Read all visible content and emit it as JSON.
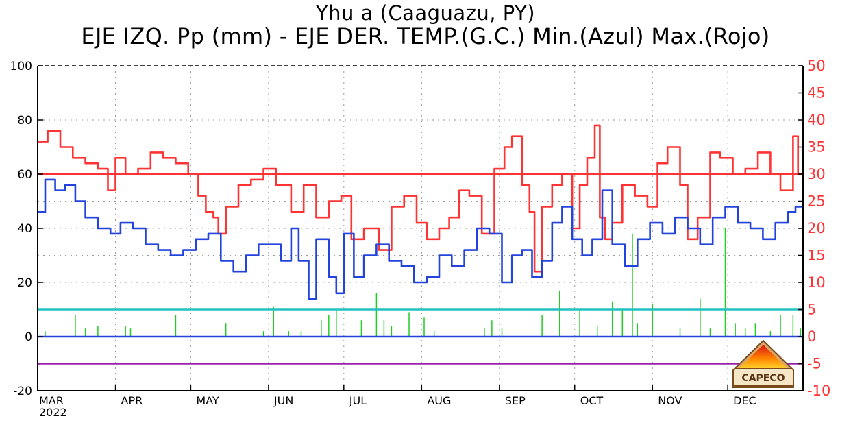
{
  "chart_data": {
    "type": "line",
    "title": "Yhu a (Caaguazu, PY)",
    "subtitle": "EJE IZQ. Pp (mm) - EJE DER. TEMP.(G.C.) Min.(Azul) Max.(Rojo)",
    "x_range": [
      "2022-03-01",
      "2022-12-31"
    ],
    "x_ticks": [
      "MAR",
      "APR",
      "MAY",
      "JUN",
      "JUL",
      "AUG",
      "SEP",
      "OCT",
      "NOV",
      "DEC"
    ],
    "x_year": "2022",
    "y_left": {
      "range": [
        -20,
        100
      ],
      "ticks": [
        "100",
        "80",
        "60",
        "40",
        "20",
        "0",
        "-20"
      ]
    },
    "y_right": {
      "range": [
        -10,
        50
      ],
      "ticks": [
        "50",
        "45",
        "40",
        "35",
        "30",
        "25",
        "20",
        "15",
        "10",
        "5",
        "0",
        "-5",
        "-10"
      ]
    },
    "grid": true,
    "reference_lines": [
      {
        "axis": "right",
        "value": 30,
        "color": "#ff3333"
      },
      {
        "axis": "right",
        "value": 5,
        "color": "#22c0c0"
      },
      {
        "axis": "right",
        "value": 0,
        "color": "#2244dd"
      },
      {
        "axis": "right",
        "value": -5,
        "color": "#9922aa"
      }
    ],
    "series": [
      {
        "color": "#ff3333",
        "axis": "right",
        "points": [
          [
            "2022-03-01",
            36
          ],
          [
            "2022-03-05",
            38
          ],
          [
            "2022-03-10",
            35
          ],
          [
            "2022-03-15",
            33
          ],
          [
            "2022-03-20",
            32
          ],
          [
            "2022-03-25",
            31
          ],
          [
            "2022-03-29",
            27
          ],
          [
            "2022-04-01",
            33
          ],
          [
            "2022-04-05",
            30
          ],
          [
            "2022-04-10",
            31
          ],
          [
            "2022-04-15",
            34
          ],
          [
            "2022-04-20",
            33
          ],
          [
            "2022-04-25",
            32
          ],
          [
            "2022-04-30",
            30
          ],
          [
            "2022-05-04",
            26
          ],
          [
            "2022-05-07",
            23
          ],
          [
            "2022-05-10",
            22
          ],
          [
            "2022-05-12",
            19
          ],
          [
            "2022-05-15",
            24
          ],
          [
            "2022-05-20",
            28
          ],
          [
            "2022-05-25",
            29
          ],
          [
            "2022-05-30",
            31
          ],
          [
            "2022-06-04",
            28
          ],
          [
            "2022-06-10",
            23
          ],
          [
            "2022-06-15",
            28
          ],
          [
            "2022-06-20",
            22
          ],
          [
            "2022-06-25",
            25
          ],
          [
            "2022-06-30",
            26
          ],
          [
            "2022-07-04",
            18
          ],
          [
            "2022-07-09",
            20
          ],
          [
            "2022-07-15",
            16
          ],
          [
            "2022-07-20",
            24
          ],
          [
            "2022-07-25",
            26
          ],
          [
            "2022-07-30",
            21
          ],
          [
            "2022-08-03",
            18
          ],
          [
            "2022-08-08",
            20
          ],
          [
            "2022-08-12",
            22
          ],
          [
            "2022-08-16",
            27
          ],
          [
            "2022-08-20",
            26
          ],
          [
            "2022-08-25",
            19
          ],
          [
            "2022-08-30",
            31
          ],
          [
            "2022-09-03",
            35
          ],
          [
            "2022-09-06",
            37
          ],
          [
            "2022-09-10",
            28
          ],
          [
            "2022-09-13",
            23
          ],
          [
            "2022-09-15",
            12
          ],
          [
            "2022-09-18",
            24
          ],
          [
            "2022-09-22",
            28
          ],
          [
            "2022-09-26",
            30
          ],
          [
            "2022-09-30",
            20
          ],
          [
            "2022-10-03",
            28
          ],
          [
            "2022-10-06",
            33
          ],
          [
            "2022-10-09",
            39
          ],
          [
            "2022-10-11",
            22
          ],
          [
            "2022-10-13",
            18
          ],
          [
            "2022-10-16",
            21
          ],
          [
            "2022-10-20",
            28
          ],
          [
            "2022-10-25",
            26
          ],
          [
            "2022-10-30",
            24
          ],
          [
            "2022-11-03",
            32
          ],
          [
            "2022-11-07",
            35
          ],
          [
            "2022-11-12",
            28
          ],
          [
            "2022-11-15",
            18
          ],
          [
            "2022-11-19",
            22
          ],
          [
            "2022-11-24",
            34
          ],
          [
            "2022-11-28",
            33
          ],
          [
            "2022-12-03",
            30
          ],
          [
            "2022-12-08",
            31
          ],
          [
            "2022-12-13",
            34
          ],
          [
            "2022-12-18",
            30
          ],
          [
            "2022-12-22",
            27
          ],
          [
            "2022-12-27",
            37
          ],
          [
            "2022-12-29",
            30
          ],
          [
            "2022-12-31",
            38
          ]
        ]
      },
      {
        "color": "#2244dd",
        "axis": "right",
        "points": [
          [
            "2022-03-01",
            23
          ],
          [
            "2022-03-04",
            29
          ],
          [
            "2022-03-08",
            27
          ],
          [
            "2022-03-12",
            28
          ],
          [
            "2022-03-16",
            25
          ],
          [
            "2022-03-20",
            22
          ],
          [
            "2022-03-25",
            20
          ],
          [
            "2022-03-30",
            19
          ],
          [
            "2022-04-03",
            21
          ],
          [
            "2022-04-08",
            20
          ],
          [
            "2022-04-13",
            17
          ],
          [
            "2022-04-18",
            16
          ],
          [
            "2022-04-23",
            15
          ],
          [
            "2022-04-28",
            16
          ],
          [
            "2022-05-03",
            18
          ],
          [
            "2022-05-08",
            19
          ],
          [
            "2022-05-13",
            14
          ],
          [
            "2022-05-18",
            12
          ],
          [
            "2022-05-23",
            15
          ],
          [
            "2022-05-28",
            17
          ],
          [
            "2022-06-02",
            17
          ],
          [
            "2022-06-06",
            14
          ],
          [
            "2022-06-10",
            20
          ],
          [
            "2022-06-13",
            14
          ],
          [
            "2022-06-17",
            7
          ],
          [
            "2022-06-20",
            18
          ],
          [
            "2022-06-25",
            11
          ],
          [
            "2022-06-28",
            8
          ],
          [
            "2022-07-01",
            19
          ],
          [
            "2022-07-05",
            11
          ],
          [
            "2022-07-09",
            15
          ],
          [
            "2022-07-14",
            17
          ],
          [
            "2022-07-19",
            14
          ],
          [
            "2022-07-24",
            13
          ],
          [
            "2022-07-29",
            10
          ],
          [
            "2022-08-03",
            11
          ],
          [
            "2022-08-08",
            15
          ],
          [
            "2022-08-13",
            13
          ],
          [
            "2022-08-18",
            16
          ],
          [
            "2022-08-23",
            20
          ],
          [
            "2022-08-28",
            19
          ],
          [
            "2022-09-02",
            10
          ],
          [
            "2022-09-06",
            15
          ],
          [
            "2022-09-10",
            16
          ],
          [
            "2022-09-14",
            11
          ],
          [
            "2022-09-18",
            14
          ],
          [
            "2022-09-22",
            21
          ],
          [
            "2022-09-26",
            24
          ],
          [
            "2022-09-30",
            18
          ],
          [
            "2022-10-04",
            15
          ],
          [
            "2022-10-08",
            18
          ],
          [
            "2022-10-12",
            27
          ],
          [
            "2022-10-16",
            17
          ],
          [
            "2022-10-21",
            13
          ],
          [
            "2022-10-26",
            18
          ],
          [
            "2022-10-31",
            21
          ],
          [
            "2022-11-05",
            19
          ],
          [
            "2022-11-10",
            22
          ],
          [
            "2022-11-15",
            20
          ],
          [
            "2022-11-20",
            17
          ],
          [
            "2022-11-25",
            22
          ],
          [
            "2022-11-30",
            24
          ],
          [
            "2022-12-05",
            21
          ],
          [
            "2022-12-10",
            20
          ],
          [
            "2022-12-15",
            18
          ],
          [
            "2022-12-20",
            21
          ],
          [
            "2022-12-25",
            23
          ],
          [
            "2022-12-28",
            24
          ],
          [
            "2022-12-31",
            21
          ]
        ]
      },
      {
        "color": "#22cc22",
        "axis": "left",
        "type": "bar",
        "points": [
          [
            "2022-03-04",
            2
          ],
          [
            "2022-03-16",
            8
          ],
          [
            "2022-03-20",
            3
          ],
          [
            "2022-03-25",
            4
          ],
          [
            "2022-04-05",
            4
          ],
          [
            "2022-04-07",
            3
          ],
          [
            "2022-04-25",
            8
          ],
          [
            "2022-05-15",
            5
          ],
          [
            "2022-05-30",
            2
          ],
          [
            "2022-06-03",
            11
          ],
          [
            "2022-06-09",
            2
          ],
          [
            "2022-06-14",
            2
          ],
          [
            "2022-06-22",
            6
          ],
          [
            "2022-06-25",
            8
          ],
          [
            "2022-06-28",
            10
          ],
          [
            "2022-07-08",
            6
          ],
          [
            "2022-07-14",
            16
          ],
          [
            "2022-07-17",
            6
          ],
          [
            "2022-07-20",
            4
          ],
          [
            "2022-07-27",
            9
          ],
          [
            "2022-08-02",
            7
          ],
          [
            "2022-08-06",
            2
          ],
          [
            "2022-08-26",
            3
          ],
          [
            "2022-08-29",
            6
          ],
          [
            "2022-09-02",
            3
          ],
          [
            "2022-09-18",
            8
          ],
          [
            "2022-09-25",
            17
          ],
          [
            "2022-10-03",
            10
          ],
          [
            "2022-10-10",
            4
          ],
          [
            "2022-10-16",
            13
          ],
          [
            "2022-10-20",
            10
          ],
          [
            "2022-10-24",
            38
          ],
          [
            "2022-10-26",
            5
          ],
          [
            "2022-11-01",
            12
          ],
          [
            "2022-11-12",
            3
          ],
          [
            "2022-11-20",
            14
          ],
          [
            "2022-11-24",
            3
          ],
          [
            "2022-11-30",
            40
          ],
          [
            "2022-12-04",
            5
          ],
          [
            "2022-12-08",
            3
          ],
          [
            "2022-12-12",
            5
          ],
          [
            "2022-12-18",
            2
          ],
          [
            "2022-12-22",
            8
          ],
          [
            "2022-12-27",
            8
          ],
          [
            "2022-12-30",
            3
          ]
        ]
      }
    ]
  },
  "logo": {
    "text": "CAPECO"
  }
}
